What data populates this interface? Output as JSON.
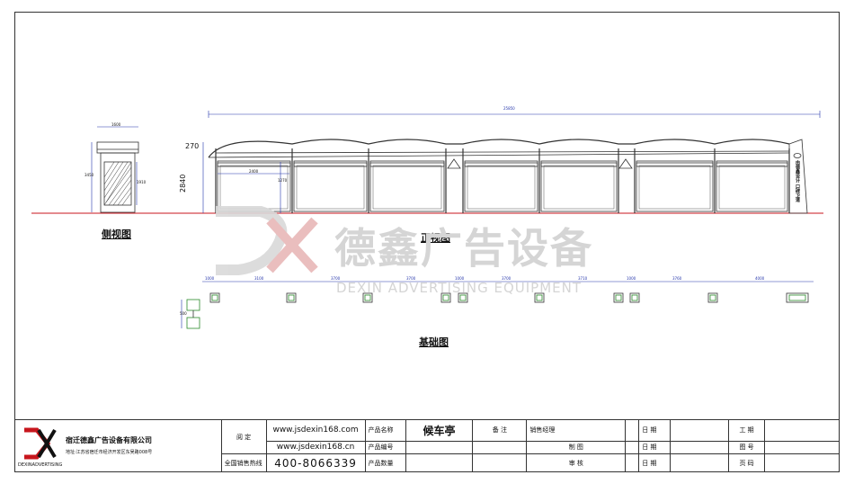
{
  "views": {
    "side_label": "侧视图",
    "front_label": "正视图",
    "foundation_label": "基础图"
  },
  "dimensions": {
    "total_length": "25850",
    "height_total": "2840",
    "roof_height": "270",
    "panel_width": "2400",
    "panel_height": "1270",
    "side_width": "1600",
    "side_height": "3450",
    "side_panel": "1910",
    "foundation_small": "500",
    "foundation_spacings": [
      "1000",
      "3100",
      "3700",
      "3700",
      "1000",
      "3700",
      "3710",
      "1000",
      "3760",
      "4000"
    ]
  },
  "front": {
    "end_panel_text": "由德鑫设计 口碑卫道"
  },
  "watermark": {
    "brand_cn": "德鑫广告设备",
    "brand_en": "DEXIN ADVERTISING EQUIPMENT",
    "color": "#d9d9d9",
    "accent": "#e8b7b7"
  },
  "title_block": {
    "company_name": "宿迁德鑫广告设备有限公司",
    "company_address": "地址:江苏省宿迁市经济开发区东吴路008号",
    "logo_text": "DEXINADVERTISING",
    "approve_label": "阅  定",
    "hotline_label": "全国销售热线",
    "website1": "www.jsdexin168.com",
    "website2": "www.jsdexin168.cn",
    "phone": "400-8066339",
    "product_name_label": "产品名称",
    "product_name": "候车亭",
    "product_code_label": "产品编号",
    "product_count_label": "产品数量",
    "remark_label": "备  注",
    "sales_manager_label": "销售经理",
    "drafter_label": "制  图",
    "reviewer_label": "审  核",
    "date_label": "日  期",
    "project_label": "工  期",
    "drawing_no_label": "图  号",
    "page_no_label": "页  码",
    "logo_red": "#c8161d"
  }
}
